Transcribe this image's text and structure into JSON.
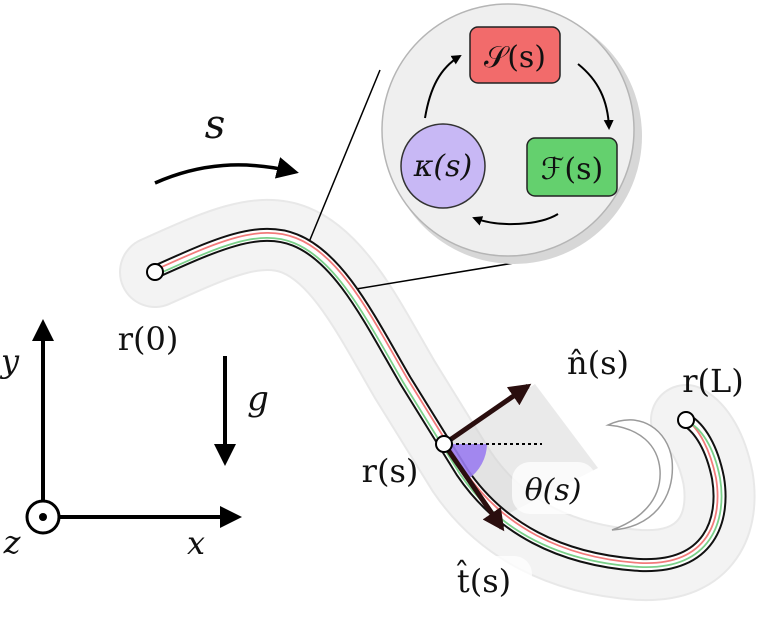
{
  "labels": {
    "arclength": "s",
    "r0": "r(0)",
    "rL": "r(L)",
    "rs": "r(s)",
    "normal": "n̂(s)",
    "tangent": "t̂(s)",
    "theta": "θ(s)",
    "gravity": "g",
    "axis_x": "x",
    "axis_y": "y",
    "axis_z": "z"
  },
  "cycle": {
    "S": "𝒮(s)",
    "F": "ℱ(s)",
    "kappa": "κ(s)"
  },
  "colors": {
    "S_box": "#f26b6b",
    "F_box": "#64d06e",
    "kappa_circle": "#c8b8f5",
    "theta_wedge": "#9a7cf0",
    "rod_red": "#f27b7b",
    "rod_green": "#7bd08a",
    "tube": "#ececec",
    "zoom_circle": "#eeeeee"
  },
  "icons": {
    "z_axis": "out-of-plane-dot-icon",
    "gravity": "down-arrow-icon"
  }
}
